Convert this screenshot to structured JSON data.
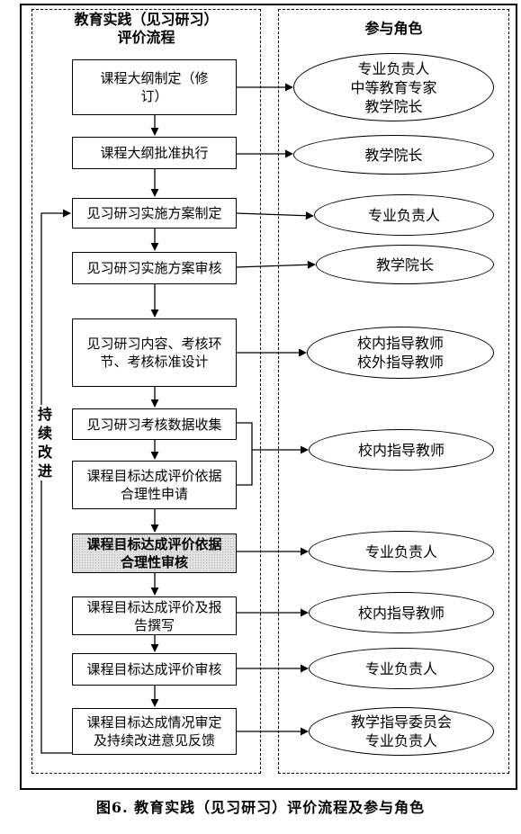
{
  "left_panel": {
    "title_line1": "教育实践（见习研习）",
    "title_line2": "评价流程"
  },
  "right_panel": {
    "title": "参与角色"
  },
  "process_steps": [
    {
      "line1": "课程大纲制定（修",
      "line2": "订）"
    },
    {
      "line1": "课程大纲批准执行",
      "line2": ""
    },
    {
      "line1": "见习研习实施方案制定",
      "line2": ""
    },
    {
      "line1": "见习研习实施方案审核",
      "line2": ""
    },
    {
      "line1": "见习研习内容、考核环",
      "line2": "节、考核标准设计"
    },
    {
      "line1": "见习研习考核数据收集",
      "line2": ""
    },
    {
      "line1": "课程目标达成评价依据",
      "line2": "合理性申请"
    },
    {
      "line1": "课程目标达成评价依据",
      "line2": "合理性审核"
    },
    {
      "line1": "课程目标达成评价及报",
      "line2": "告撰写"
    },
    {
      "line1": "课程目标达成评价审核",
      "line2": ""
    },
    {
      "line1": "课程目标达成情况审定",
      "line2": "及持续改进意见反馈"
    }
  ],
  "roles": [
    {
      "lines": [
        "专业负责人",
        "中等教育专家",
        "教学院长"
      ]
    },
    {
      "lines": [
        "教学院长"
      ]
    },
    {
      "lines": [
        "专业负责人"
      ]
    },
    {
      "lines": [
        "教学院长"
      ]
    },
    {
      "lines": [
        "校内指导教师",
        "校外指导教师"
      ]
    },
    {
      "lines": [
        "校内指导教师"
      ]
    },
    {
      "lines": [
        "专业负责人"
      ]
    },
    {
      "lines": [
        "校内指导教师"
      ]
    },
    {
      "lines": [
        "专业负责人"
      ]
    },
    {
      "lines": [
        "教学指导委员会",
        "专业负责人"
      ]
    }
  ],
  "loop_label": {
    "chars": [
      "持",
      "续",
      "改",
      "进"
    ]
  },
  "caption": "图6. 教育实践（见习研习）评价流程及参与角色"
}
